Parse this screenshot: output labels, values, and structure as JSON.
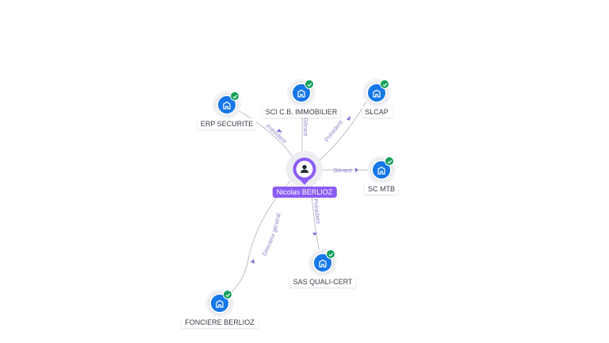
{
  "person": {
    "name": "Nicolas BERLIOZ",
    "icon": "person-icon",
    "color": "#8b5cf6"
  },
  "companies": [
    {
      "id": "erp",
      "name": "ERP SECURITE",
      "role": "Président",
      "icon": "company-building-icon",
      "verified": true
    },
    {
      "id": "sci",
      "name": "SCI C.B. IMMOBILIER",
      "role": "Gérant",
      "icon": "company-building-icon",
      "verified": true
    },
    {
      "id": "slcap",
      "name": "SLCAP",
      "role": "Président",
      "icon": "company-building-icon",
      "verified": true
    },
    {
      "id": "scmtb",
      "name": "SC MTB",
      "role": "Gérant",
      "icon": "company-building-icon",
      "verified": true
    },
    {
      "id": "sas",
      "name": "SAS QUALI-CERT",
      "role": "Président",
      "icon": "company-building-icon",
      "verified": true
    },
    {
      "id": "fonciere",
      "name": "FONCIERE BERLIOZ",
      "role": "Directeur général",
      "icon": "company-building-icon",
      "verified": true
    }
  ],
  "colors": {
    "company": "#1677e8",
    "verified": "#14a05a",
    "edge": "#b8b8c8",
    "edge_label": "#8a86c8"
  }
}
